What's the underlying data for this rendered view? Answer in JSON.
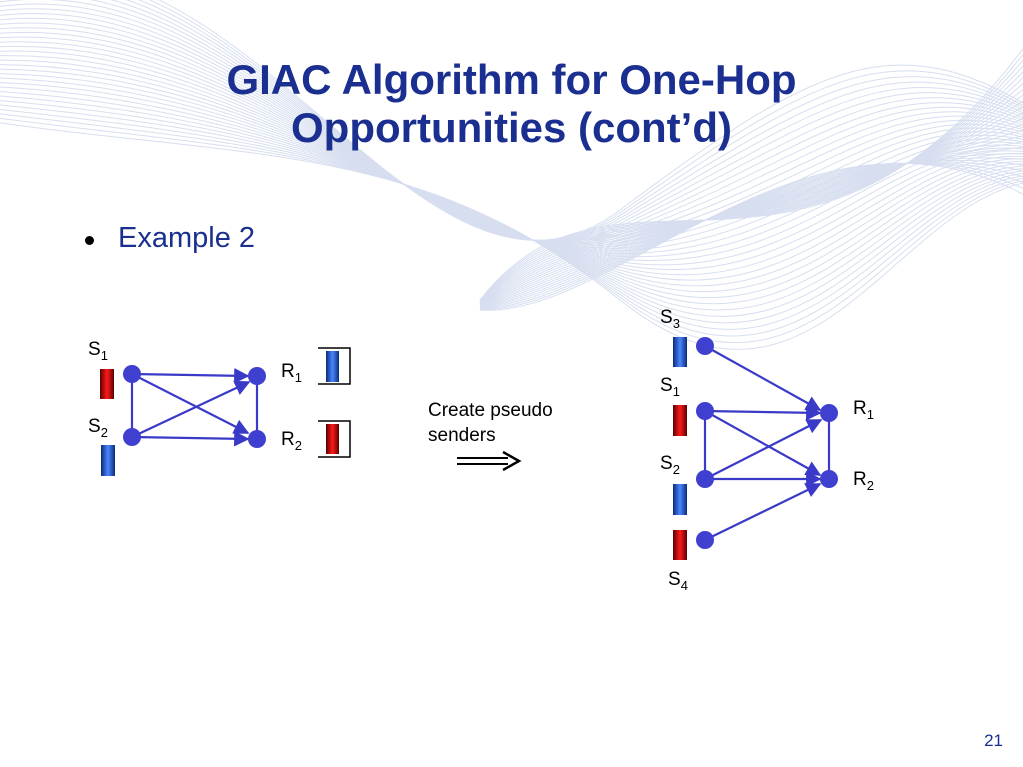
{
  "slide": {
    "title_line1": "GIAC Algorithm for One-Hop",
    "title_line2": "Opportunities (cont’d)",
    "bullet": "Example 2",
    "caption_line1": "Create pseudo",
    "caption_line2": "senders",
    "page_number": "21"
  },
  "left_graph": {
    "labels": [
      {
        "base": "S",
        "sub": "1"
      },
      {
        "base": "S",
        "sub": "2"
      },
      {
        "base": "R",
        "sub": "1"
      },
      {
        "base": "R",
        "sub": "2"
      }
    ]
  },
  "right_graph": {
    "labels": [
      {
        "base": "S",
        "sub": "3"
      },
      {
        "base": "S",
        "sub": "1"
      },
      {
        "base": "S",
        "sub": "2"
      },
      {
        "base": "S",
        "sub": "4"
      },
      {
        "base": "R",
        "sub": "1"
      },
      {
        "base": "R",
        "sub": "2"
      }
    ]
  },
  "colors": {
    "title": "#1a2f8f",
    "node": "#3f3fd0",
    "edge": "#3a3ac8",
    "packet_red": "#d80000",
    "packet_blue": "#2a5fd8"
  }
}
